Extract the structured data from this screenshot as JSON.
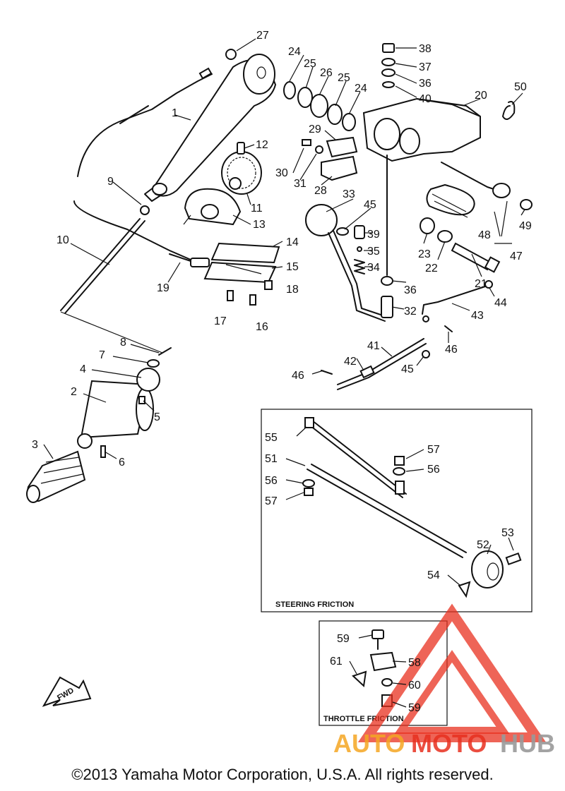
{
  "labels": {
    "p1": "1",
    "p2": "2",
    "p3": "3",
    "p4": "4",
    "p5": "5",
    "p6": "6",
    "p7": "7",
    "p8": "8",
    "p9": "9",
    "p10": "10",
    "p11": "11",
    "p12": "12",
    "p13": "13",
    "p14": "14",
    "p15": "15",
    "p16": "16",
    "p17": "17",
    "p18": "18",
    "p19": "19",
    "p20": "20",
    "p21": "21",
    "p22": "22",
    "p23": "23",
    "p24a": "24",
    "p24b": "24",
    "p25a": "25",
    "p25b": "25",
    "p26": "26",
    "p27": "27",
    "p28": "28",
    "p29": "29",
    "p30": "30",
    "p31": "31",
    "p32": "32",
    "p33": "33",
    "p34": "34",
    "p35": "35",
    "p36a": "36",
    "p36b": "36",
    "p37": "37",
    "p38": "38",
    "p39": "39",
    "p40": "40",
    "p41": "41",
    "p42": "42",
    "p43": "43",
    "p44": "44",
    "p45a": "45",
    "p45b": "45",
    "p46a": "46",
    "p46b": "46",
    "p47": "47",
    "p48": "48",
    "p49": "49",
    "p50": "50",
    "p51": "51",
    "p52": "52",
    "p53": "53",
    "p54": "54",
    "p55": "55",
    "p56a": "56",
    "p56b": "56",
    "p57a": "57",
    "p57b": "57",
    "p58": "58",
    "p59a": "59",
    "p59b": "59",
    "p60": "60",
    "p61": "61"
  },
  "boxes": {
    "steering": "STEERING FRICTION",
    "throttle": "THROTTLE FRICTION"
  },
  "fwd": "FWD",
  "watermark": {
    "auto": "AUTO",
    "moto": "MOTO",
    "hub": "HUB",
    "color_orange": "#f5a623",
    "color_red": "#e8301f",
    "color_gray": "#9a9a9a"
  },
  "copyright": "©2013 Yamaha Motor Corporation, U.S.A. All rights reserved."
}
